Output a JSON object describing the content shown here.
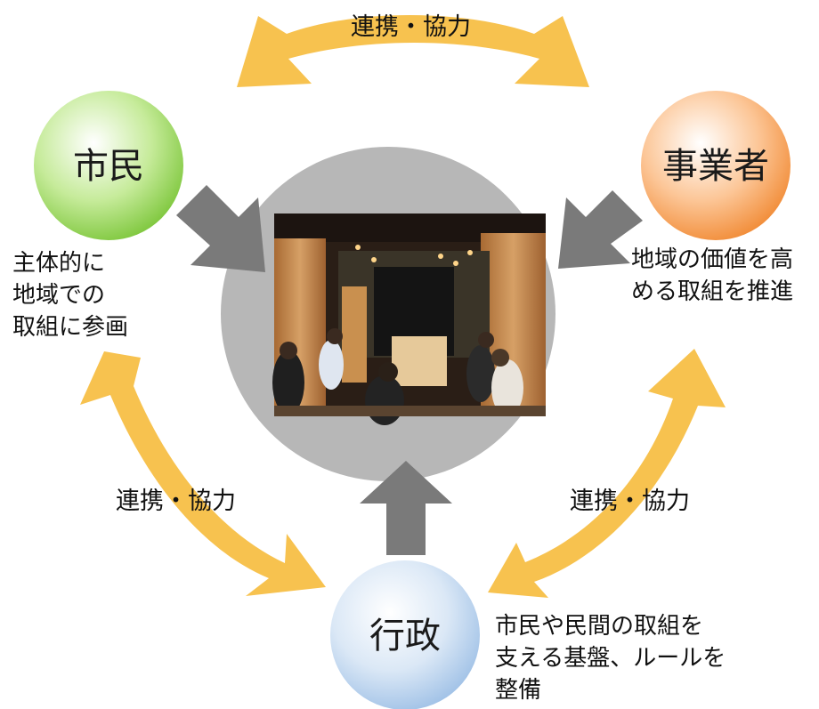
{
  "nodes": {
    "citizens": {
      "label": "市民"
    },
    "business": {
      "label": "事業者"
    },
    "government": {
      "label": "行政"
    }
  },
  "descriptions": {
    "citizens": [
      "主体的に",
      "地域での",
      "取組に参画"
    ],
    "business": [
      "地域の価値を高",
      "める取組を推進"
    ],
    "government": [
      "市民や民間の取組を",
      "支える基盤、ルールを",
      "整備"
    ]
  },
  "collaboration_label": "連携・協力",
  "colors": {
    "citizens": "#8fd14f",
    "business": "#f59a4a",
    "government": "#b8d3ee",
    "arrow_yellow": "#f7c24f",
    "arrow_gray": "#7a7a7a",
    "center_circle": "#b7b7b7"
  }
}
